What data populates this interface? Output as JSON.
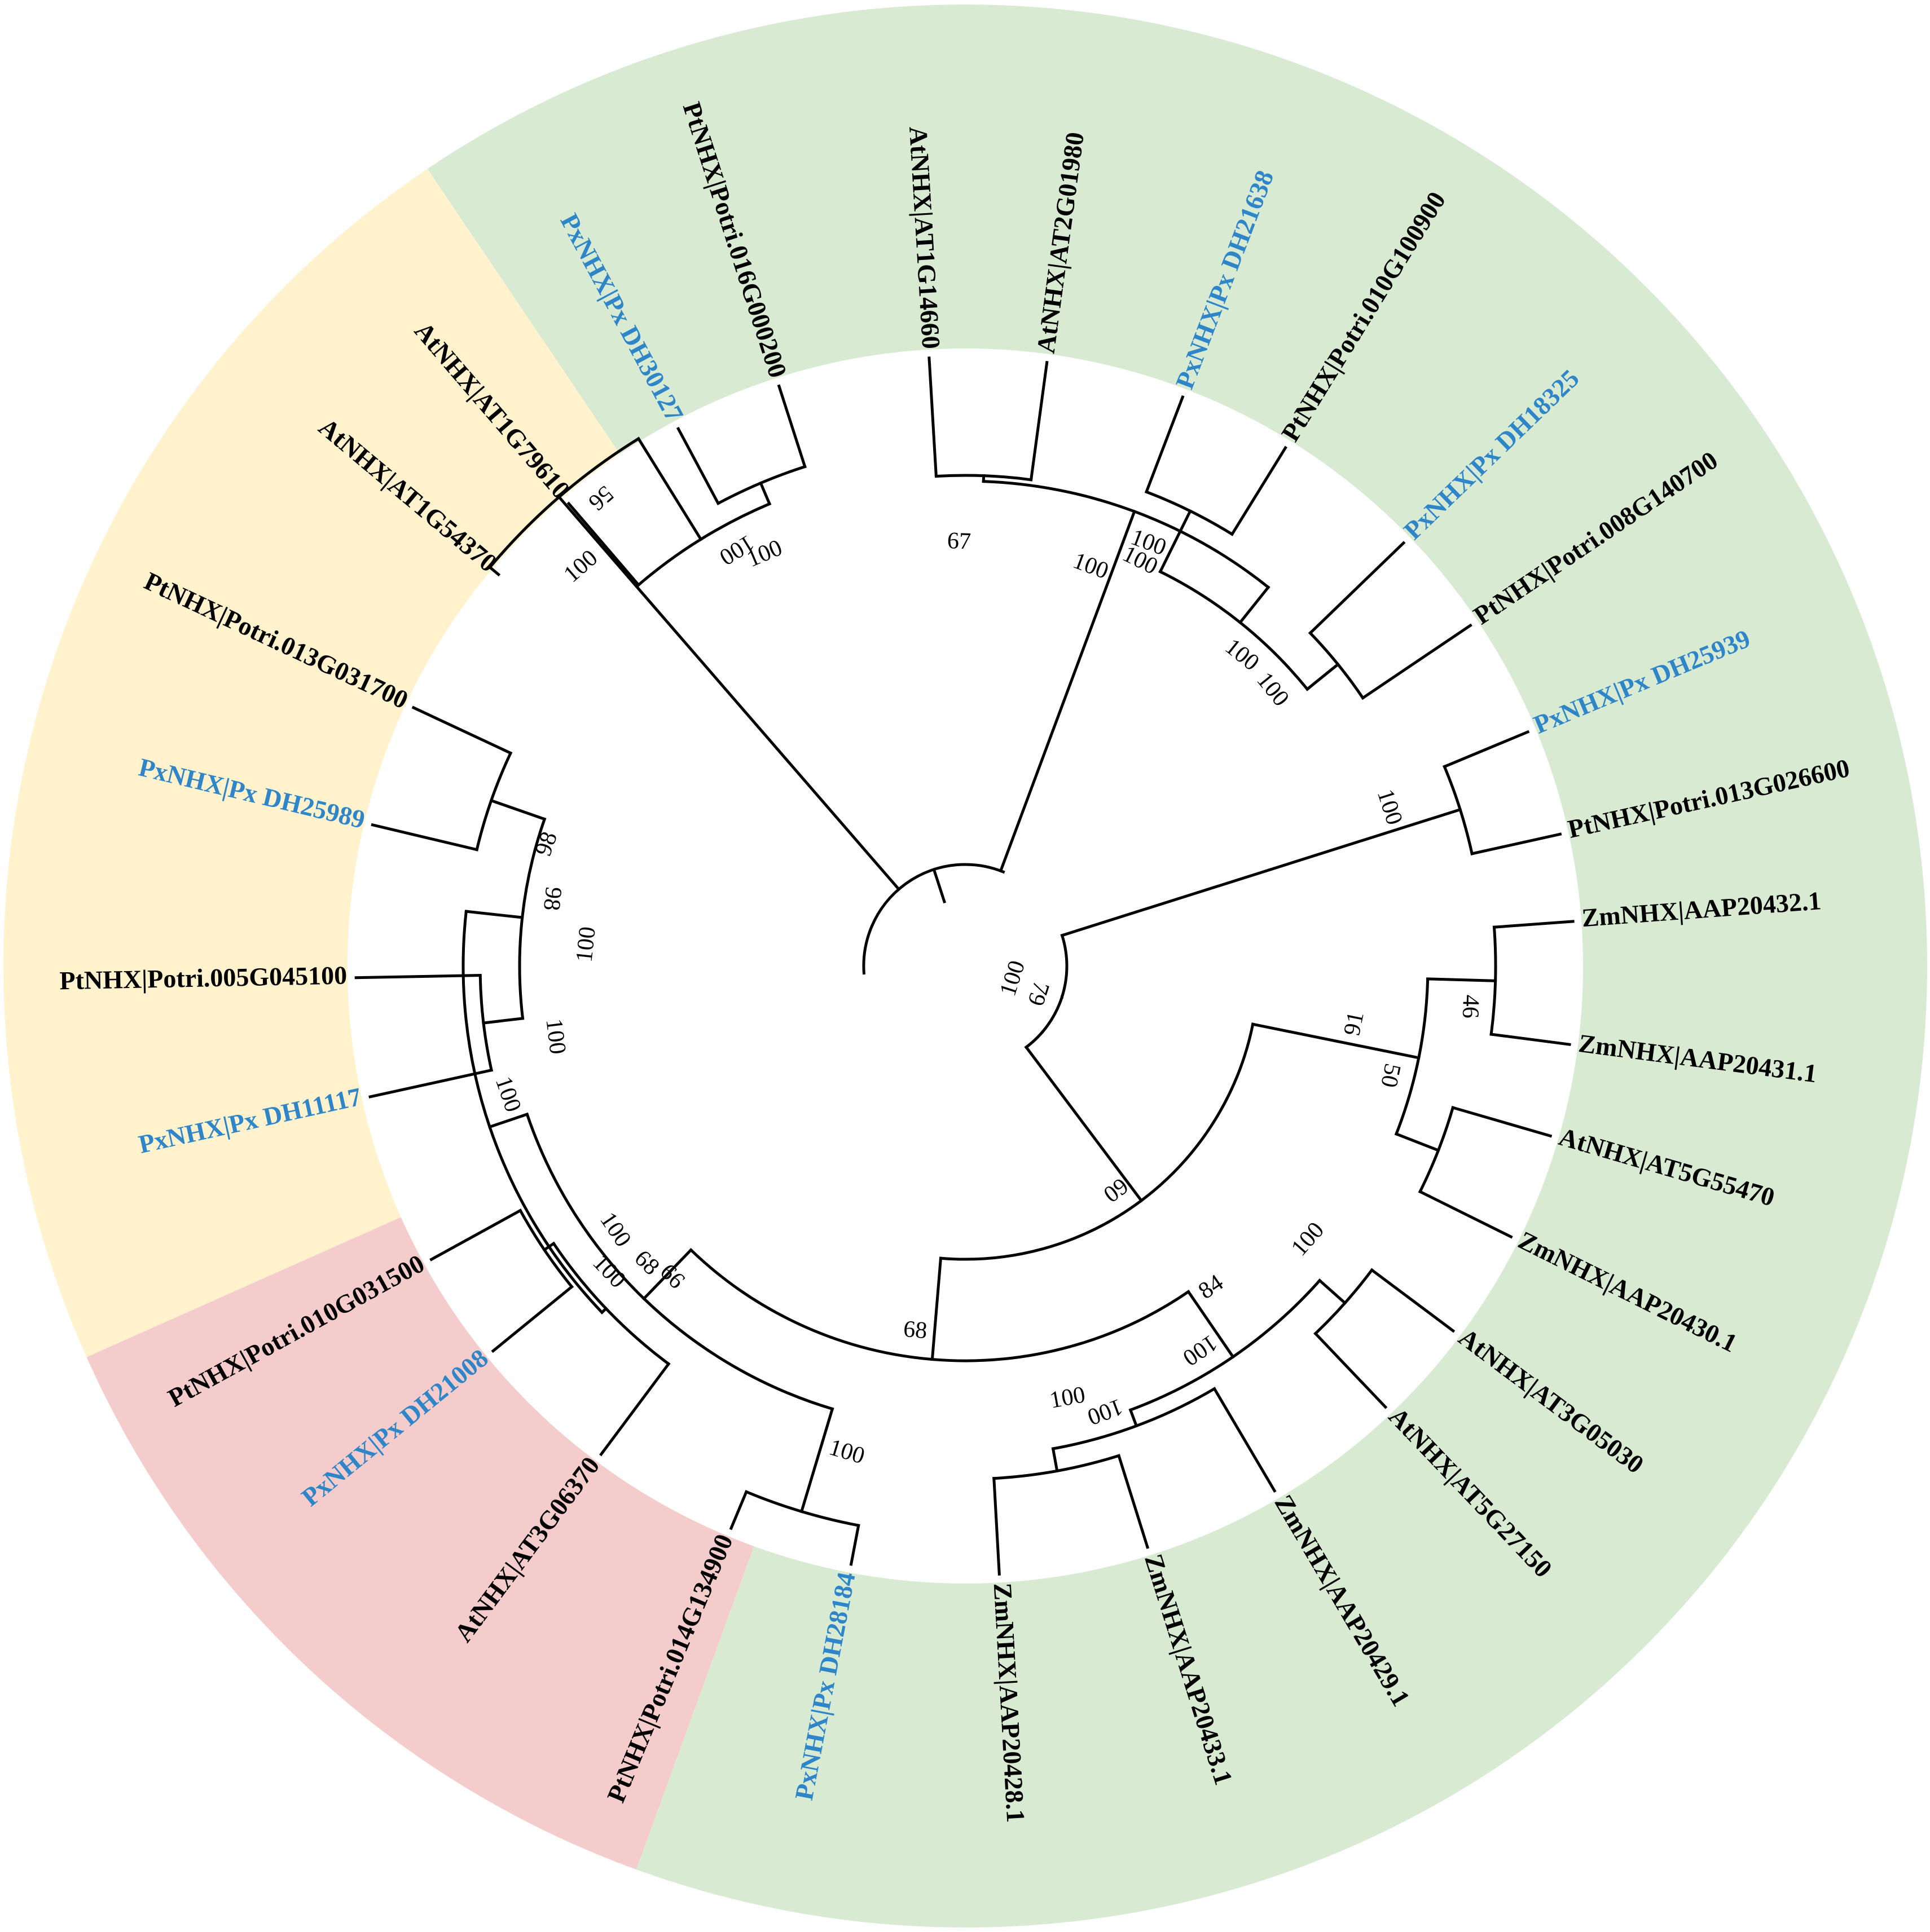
{
  "colors": {
    "group_green": "#d9ead3",
    "group_yellow": "#fff2cc",
    "group_red": "#f4cccc",
    "label_default": "#000000",
    "label_highlight": "#2e86c9"
  },
  "groups": [
    {
      "name": "group-green",
      "color": "#d9ead3",
      "start_deg": 326,
      "end_deg": 415
    },
    {
      "name": "group-red",
      "color": "#f4cccc",
      "start_deg": 200,
      "end_deg": 246
    },
    {
      "name": "group-yellow",
      "color": "#fff2cc",
      "start_deg": 246,
      "end_deg": 326
    },
    {
      "name": "group-green-left",
      "color": "#d9ead3",
      "start_deg": 55,
      "end_deg": 200
    }
  ],
  "leaves": [
    {
      "id": "L0",
      "label": "PxNHX|Px DH25939",
      "highlight": true
    },
    {
      "id": "L1",
      "label": "PtNHX|Potri.013G026600",
      "highlight": false
    },
    {
      "id": "L2",
      "label": "ZmNHX|AAP20432.1",
      "highlight": false
    },
    {
      "id": "L3",
      "label": "ZmNHX|AAP20431.1",
      "highlight": false
    },
    {
      "id": "L4",
      "label": "AtNHX|AT5G55470",
      "highlight": false
    },
    {
      "id": "L5",
      "label": "ZmNHX|AAP20430.1",
      "highlight": false
    },
    {
      "id": "L6",
      "label": "AtNHX|AT3G05030",
      "highlight": false
    },
    {
      "id": "L7",
      "label": "AtNHX|AT5G27150",
      "highlight": false
    },
    {
      "id": "L8",
      "label": "ZmNHX|AAP20429.1",
      "highlight": false
    },
    {
      "id": "L9",
      "label": "ZmNHX|AAP20433.1",
      "highlight": false
    },
    {
      "id": "L10",
      "label": "ZmNHX|AAP20428.1",
      "highlight": false
    },
    {
      "id": "L11",
      "label": "PxNHX|Px DH28184",
      "highlight": true
    },
    {
      "id": "L12",
      "label": "PtNHX|Potri.014G134900",
      "highlight": false
    },
    {
      "id": "L13",
      "label": "AtNHX|AT3G06370",
      "highlight": false
    },
    {
      "id": "L14",
      "label": "PxNHX|Px DH21008",
      "highlight": true
    },
    {
      "id": "L15",
      "label": "PtNHX|Potri.010G031500",
      "highlight": false
    },
    {
      "id": "L16",
      "label": "PxNHX|Px DH11117",
      "highlight": true
    },
    {
      "id": "L17",
      "label": "PtNHX|Potri.005G045100",
      "highlight": false
    },
    {
      "id": "L18",
      "label": "PxNHX|Px DH25989",
      "highlight": true
    },
    {
      "id": "L19",
      "label": "PtNHX|Potri.013G031700",
      "highlight": false
    },
    {
      "id": "L20",
      "label": "AtNHX|AT1G54370",
      "highlight": false
    },
    {
      "id": "L21",
      "label": "AtNHX|AT1G79610",
      "highlight": false
    },
    {
      "id": "L22",
      "label": "PxNHX|Px DH30127",
      "highlight": true
    },
    {
      "id": "L23",
      "label": "PtNHX|Potri.016G000200",
      "highlight": false
    },
    {
      "id": "L24",
      "label": "AtNHX|AT1G14660",
      "highlight": false
    },
    {
      "id": "L25",
      "label": "AtNHX|AT2G01980",
      "highlight": false
    },
    {
      "id": "L26",
      "label": "PxNHX|Px DH21638",
      "highlight": true
    },
    {
      "id": "L27",
      "label": "PtNHX|Potri.010G100900",
      "highlight": false
    },
    {
      "id": "L28",
      "label": "PxNHX|Px DH18325",
      "highlight": true
    },
    {
      "id": "L29",
      "label": "PtNHX|Potri.008G140700",
      "highlight": false
    }
  ],
  "internal_nodes": [
    {
      "id": "N0_1",
      "children": [
        "L0",
        "L1"
      ],
      "support": ""
    },
    {
      "id": "N2_3",
      "children": [
        "L2",
        "L3"
      ],
      "support": "46"
    },
    {
      "id": "N4_5",
      "children": [
        "L4",
        "L5"
      ],
      "support": ""
    },
    {
      "id": "N2_5",
      "children": [
        "N2_3",
        "N4_5"
      ],
      "support": "50"
    },
    {
      "id": "N6_7",
      "children": [
        "L6",
        "L7"
      ],
      "support": ""
    },
    {
      "id": "N9_10",
      "children": [
        "L10",
        "L9"
      ],
      "support": ""
    },
    {
      "id": "N8_10",
      "children": [
        "N9_10",
        "L8"
      ],
      "support": "100"
    },
    {
      "id": "N6_10",
      "children": [
        "N8_10",
        "N6_7"
      ],
      "support": "100"
    },
    {
      "id": "N11_12",
      "children": [
        "L12",
        "L11"
      ],
      "support": ""
    },
    {
      "id": "N14_15",
      "children": [
        "L15",
        "L14"
      ],
      "support": ""
    },
    {
      "id": "N13_15",
      "children": [
        "N14_15",
        "L13"
      ],
      "support": "100"
    },
    {
      "id": "N16_17",
      "children": [
        "L17",
        "L16"
      ],
      "support": ""
    },
    {
      "id": "N18_19",
      "children": [
        "L19",
        "L18"
      ],
      "support": ""
    },
    {
      "id": "N16_19",
      "children": [
        "N18_19",
        "N16_17"
      ],
      "support": "98"
    },
    {
      "id": "N13_19",
      "children": [
        "N16_19",
        "N13_15"
      ],
      "support": "100"
    },
    {
      "id": "N11_19",
      "children": [
        "N13_19",
        "N11_12"
      ],
      "support": "68"
    },
    {
      "id": "N6_19",
      "children": [
        "N11_19",
        "N6_10"
      ],
      "support": "68"
    },
    {
      "id": "N2_19",
      "children": [
        "N6_19",
        "N2_5"
      ],
      "support": "60"
    },
    {
      "id": "N0_19",
      "children": [
        "N2_19",
        "N0_1"
      ],
      "support": "79"
    },
    {
      "id": "N22_23",
      "children": [
        "L23",
        "L22"
      ],
      "support": ""
    },
    {
      "id": "N21_23",
      "children": [
        "N22_23",
        "L21"
      ],
      "support": "100"
    },
    {
      "id": "N20_23",
      "children": [
        "N21_23",
        "L20"
      ],
      "support": "56"
    },
    {
      "id": "N24_25",
      "children": [
        "L24",
        "L25"
      ],
      "support": ""
    },
    {
      "id": "N26_27",
      "children": [
        "L26",
        "L27"
      ],
      "support": ""
    },
    {
      "id": "N28_29",
      "children": [
        "L28",
        "L29"
      ],
      "support": ""
    },
    {
      "id": "N26_29",
      "children": [
        "N26_27",
        "N28_29"
      ],
      "support": "100"
    },
    {
      "id": "N24_29",
      "children": [
        "N24_25",
        "N26_29"
      ],
      "support": "100"
    },
    {
      "id": "ROOT",
      "children": [
        "N0_19",
        "N20_23",
        "N24_29"
      ],
      "support": ""
    }
  ],
  "branch_supports": [
    {
      "node": "N0_1",
      "value": "100"
    },
    {
      "node": "N2_5",
      "value": "91"
    },
    {
      "node": "N6_10",
      "value": "84"
    },
    {
      "node": "N11_12",
      "value": "100"
    },
    {
      "node": "N13_15",
      "value": "66"
    },
    {
      "node": "N16_19",
      "value": "100"
    },
    {
      "node": "N9_10",
      "value": "100"
    },
    {
      "node": "N6_7",
      "value": "100"
    },
    {
      "node": "N14_15",
      "value": "100"
    },
    {
      "node": "N16_17",
      "value": "100"
    },
    {
      "node": "N18_19",
      "value": "98"
    },
    {
      "node": "N20_23",
      "value": "100"
    },
    {
      "node": "N22_23",
      "value": "100"
    },
    {
      "node": "N24_25",
      "value": "67"
    },
    {
      "node": "N26_27",
      "value": "100"
    },
    {
      "node": "N28_29",
      "value": "100"
    },
    {
      "node": "N24_29",
      "value": "100"
    },
    {
      "node": "N0_19",
      "value": "100"
    }
  ]
}
